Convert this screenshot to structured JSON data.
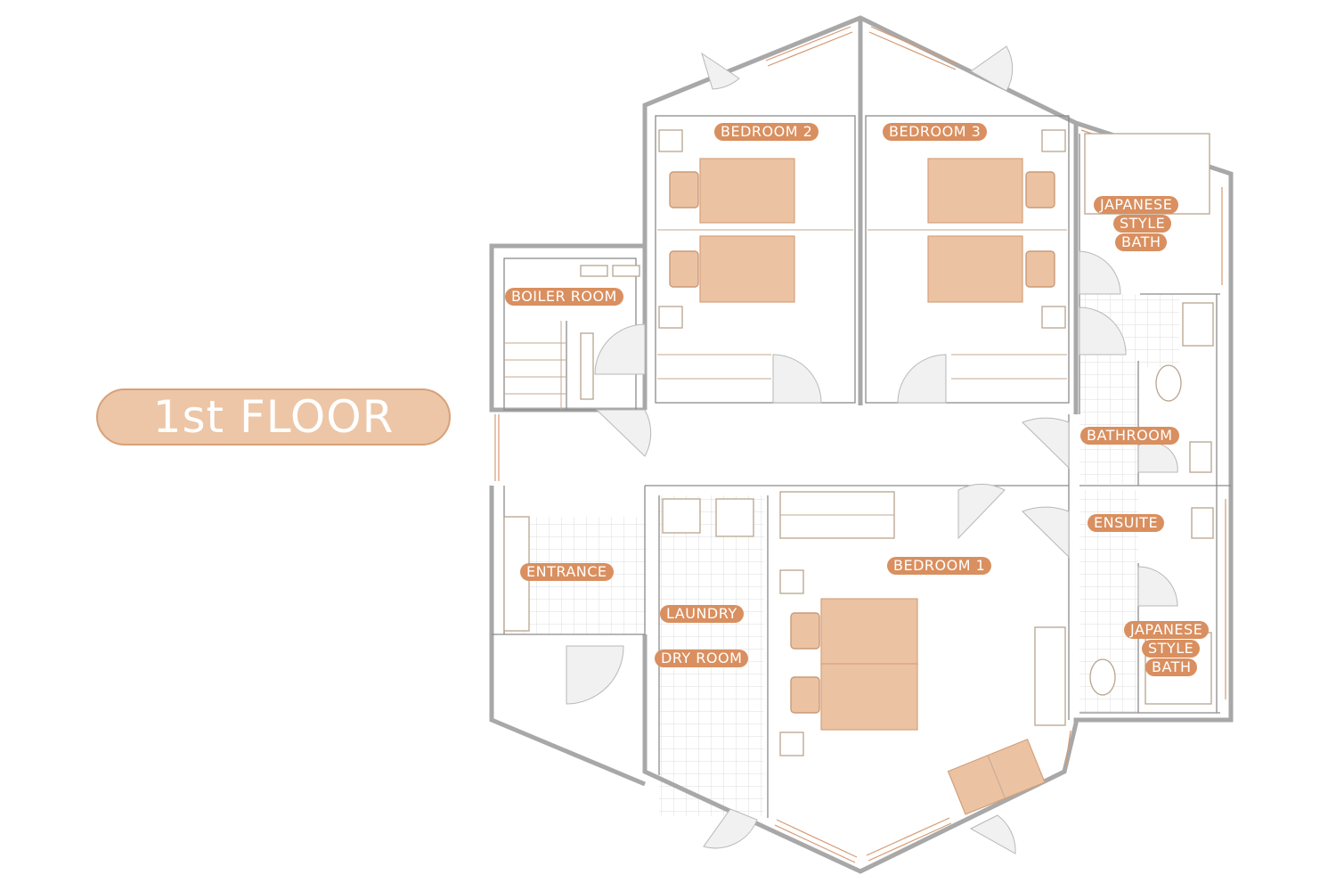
{
  "floor_title": "1st FLOOR",
  "rooms": {
    "bedroom2": "BEDROOM 2",
    "bedroom3": "BEDROOM 3",
    "jp_bath_top_1": "JAPANESE",
    "jp_bath_top_2": "STYLE",
    "jp_bath_top_3": "BATH",
    "boiler": "BOILER ROOM",
    "bathroom": "BATHROOM",
    "ensuite": "ENSUITE",
    "entrance": "ENTRANCE",
    "bedroom1": "BEDROOM 1",
    "laundry": "LAUNDRY",
    "dryroom": "DRY ROOM",
    "jp_bath_bot_1": "JAPANESE",
    "jp_bath_bot_2": "STYLE",
    "jp_bath_bot_3": "BATH"
  },
  "colors": {
    "accent": "#d98f5f",
    "furniture": "#ecc3a2",
    "wall": "#a8a8a8"
  }
}
